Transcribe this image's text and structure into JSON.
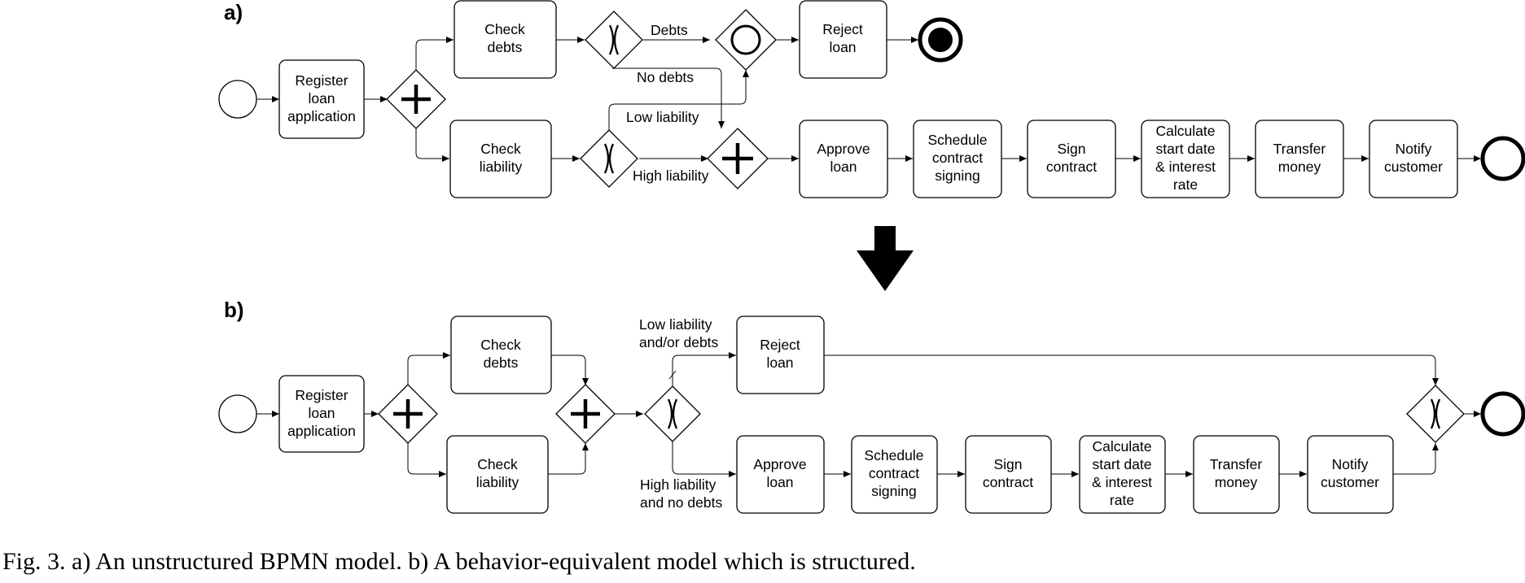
{
  "panel_a": {
    "label": "a)"
  },
  "panel_b": {
    "label": "b)"
  },
  "caption": "Fig. 3.   a) An unstructured BPMN model. b) A behavior-equivalent model which is structured.",
  "tasks": {
    "a_register": [
      "Register",
      "loan",
      "application"
    ],
    "a_check_debts": [
      "Check",
      "debts"
    ],
    "a_check_liability": [
      "Check",
      "liability"
    ],
    "a_reject": [
      "Reject",
      "loan"
    ],
    "a_approve": [
      "Approve",
      "loan"
    ],
    "a_schedule": [
      "Schedule",
      "contract",
      "signing"
    ],
    "a_sign": [
      "Sign",
      "contract"
    ],
    "a_calc": [
      "Calculate",
      "start date",
      "& interest",
      "rate"
    ],
    "a_transfer": [
      "Transfer",
      "money"
    ],
    "a_notify": [
      "Notify",
      "customer"
    ],
    "b_register": [
      "Register",
      "loan",
      "application"
    ],
    "b_check_debts": [
      "Check",
      "debts"
    ],
    "b_check_liability": [
      "Check",
      "liability"
    ],
    "b_reject": [
      "Reject",
      "loan"
    ],
    "b_approve": [
      "Approve",
      "loan"
    ],
    "b_schedule": [
      "Schedule",
      "contract",
      "signing"
    ],
    "b_sign": [
      "Sign",
      "contract"
    ],
    "b_calc": [
      "Calculate",
      "start date",
      "& interest",
      "rate"
    ],
    "b_transfer": [
      "Transfer",
      "money"
    ],
    "b_notify": [
      "Notify",
      "customer"
    ]
  },
  "edge_labels": {
    "a_debts": "Debts",
    "a_no_debts": "No debts",
    "a_low_liability": "Low liability",
    "a_high_liability": "High liability",
    "b_low": [
      "Low liability",
      "and/or debts"
    ],
    "b_high": [
      "High liability",
      "and no debts"
    ]
  }
}
